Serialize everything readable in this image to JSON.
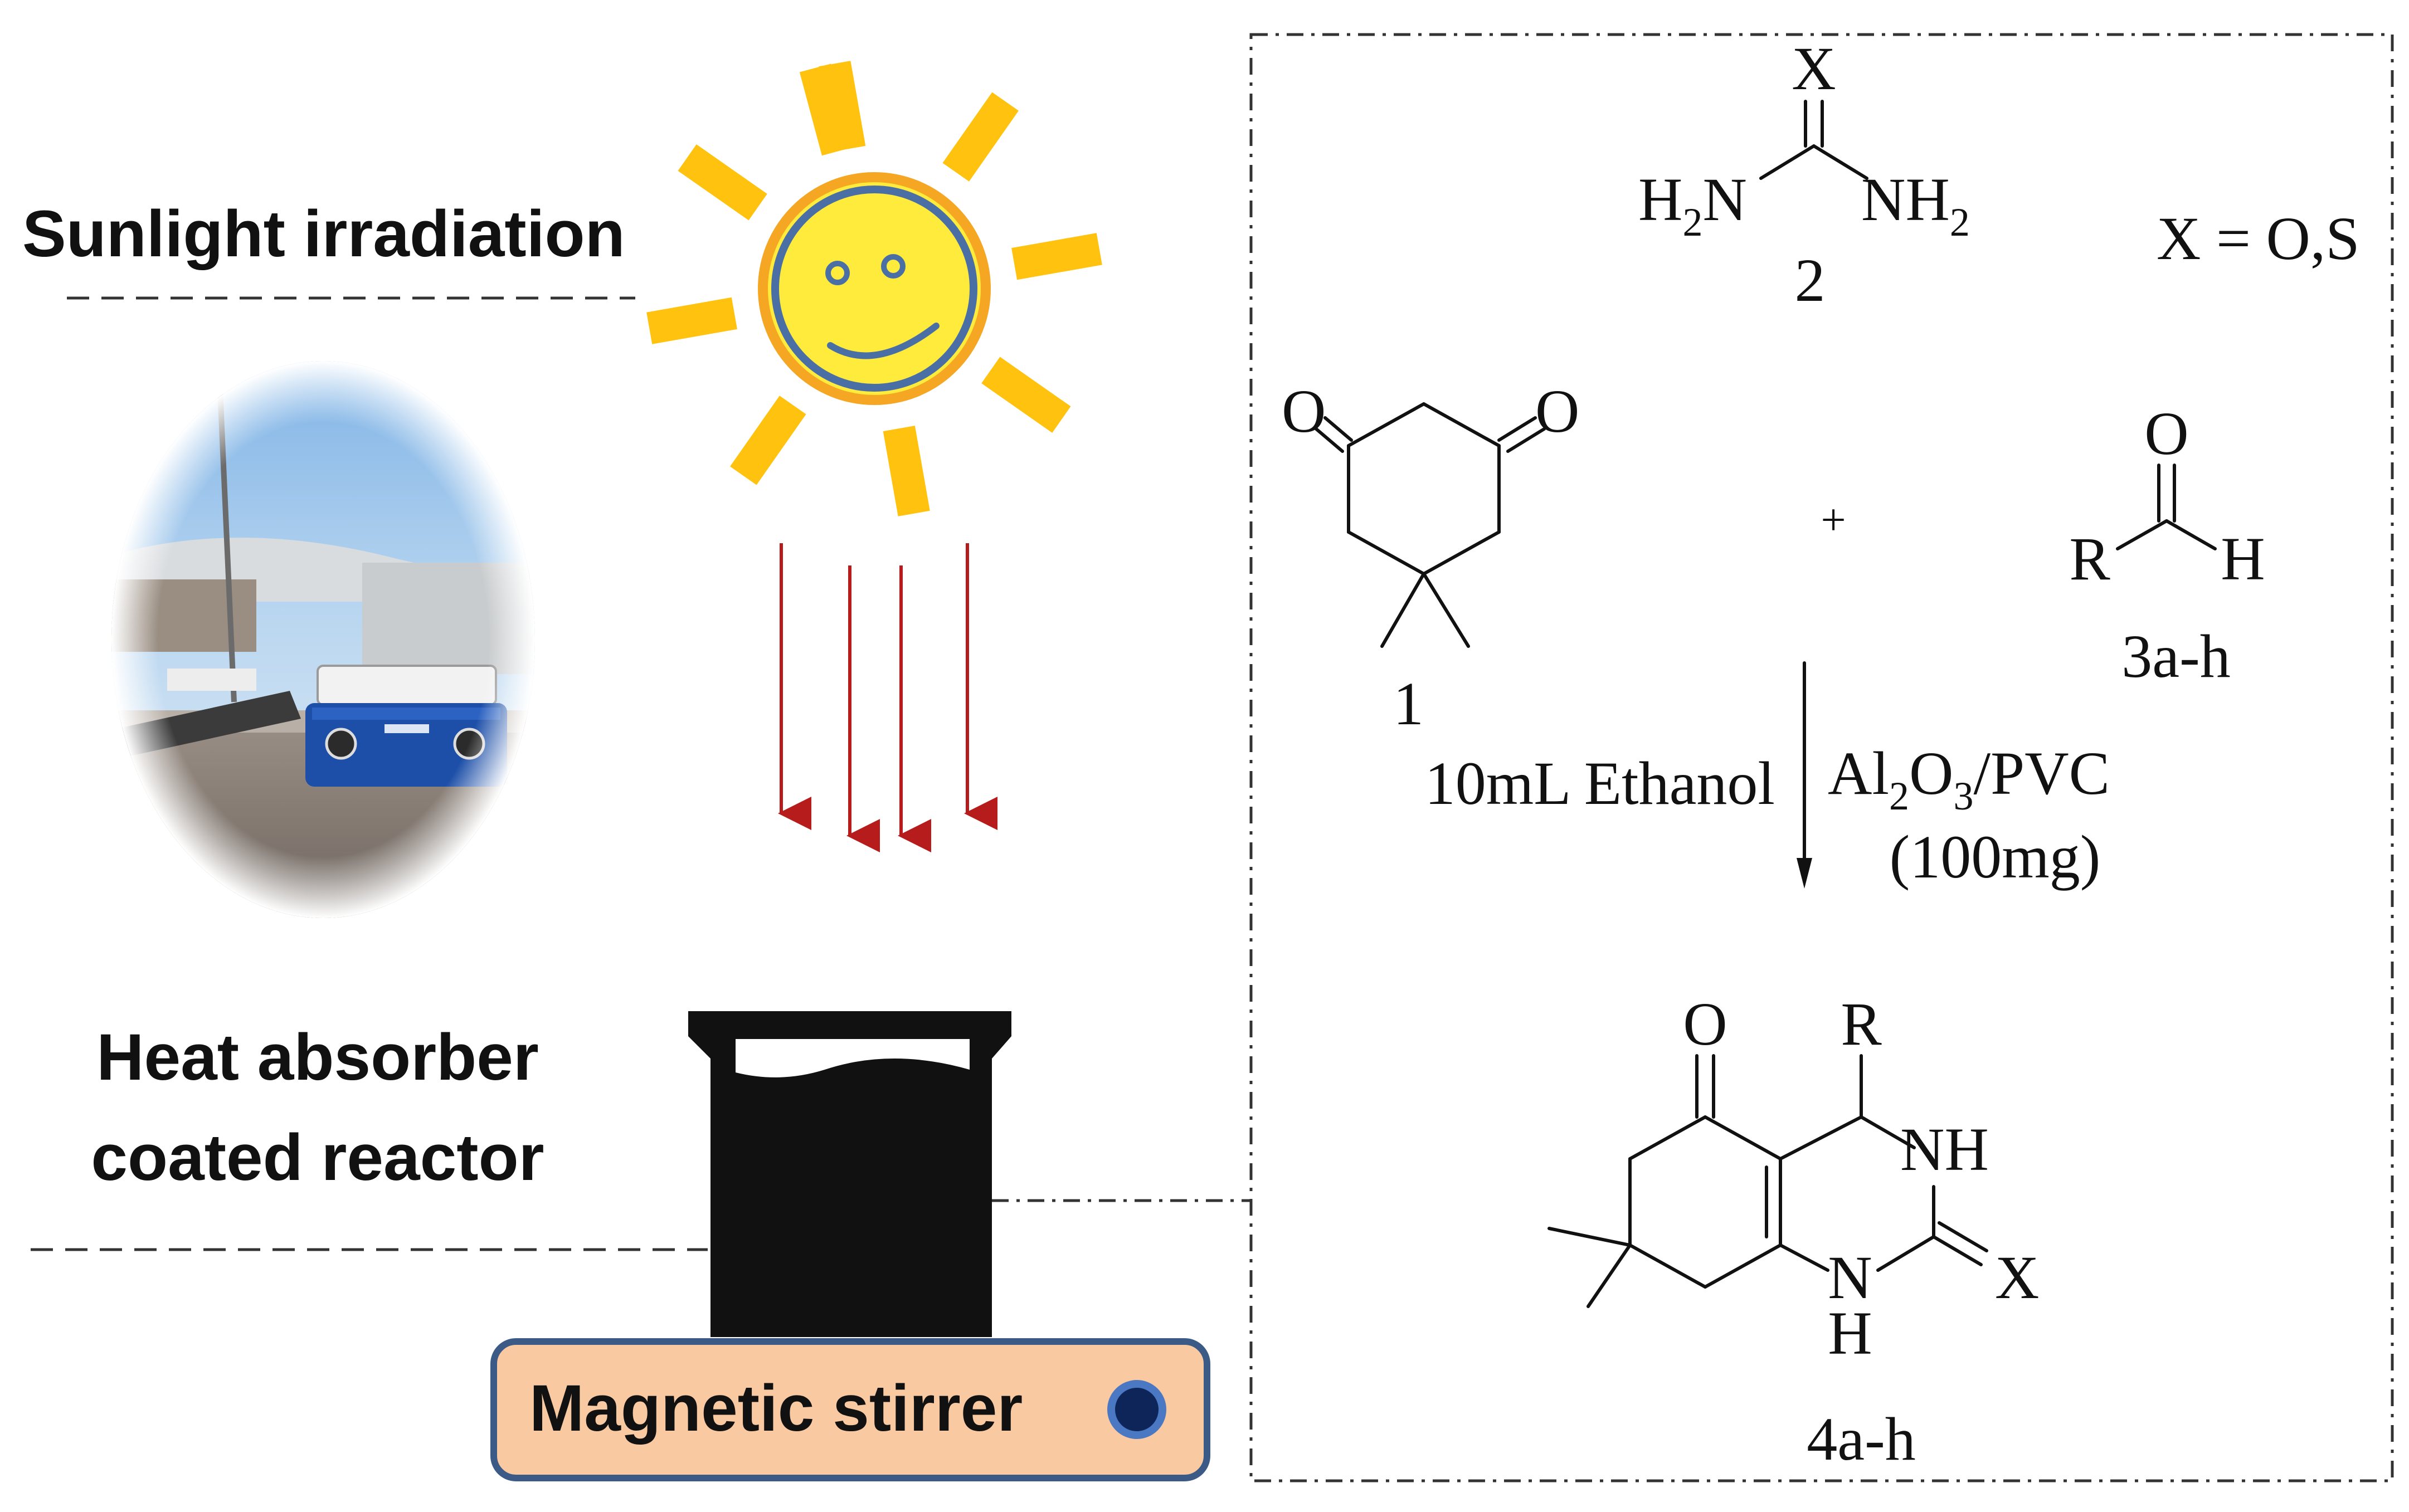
{
  "labels": {
    "sunlight": "Sunlight irradiation",
    "heat_line1": "Heat absorber",
    "heat_line2": "coated reactor",
    "stirrer": "Magnetic stirrer"
  },
  "scheme": {
    "urea_x": "X",
    "urea_h2n_left": "H",
    "urea_h2n_sub": "2",
    "urea_h2n_right": "N",
    "urea_nh2_left": "NH",
    "urea_nh2_sub": "2",
    "urea_number": "2",
    "x_definition": "X = O,S",
    "dimedone_o_left": "O",
    "dimedone_o_right": "O",
    "dimedone_number": "1",
    "plus": "+",
    "aldehyde_o": "O",
    "aldehyde_r": "R",
    "aldehyde_h": "H",
    "aldehyde_number": "3a-h",
    "solvent": "10mL Ethanol",
    "catalyst_a": "Al",
    "catalyst_sub1": "2",
    "catalyst_b": "O",
    "catalyst_sub2": "3",
    "catalyst_c": "/PVC",
    "catalyst_amount": "(100mg)",
    "product_o": "O",
    "product_r": "R",
    "product_nh": "NH",
    "product_n": "N",
    "product_h": "H",
    "product_x": "X",
    "product_number": "4a-h"
  },
  "colors": {
    "sun_ray": "#FFC20E",
    "sun_face": "#FFEB3B",
    "sun_outline": "#F5A623",
    "sun_features": "#4A6FA5",
    "arrow": "#B71C1C",
    "stirrer_fill": "#F9C9A2",
    "stirrer_stroke": "#3B5A86",
    "beaker": "#111111"
  },
  "icons": {
    "sun": "smiling-sun-icon",
    "beaker": "beaker-icon",
    "photo": "hotplate-stirrer-photo",
    "knob": "stirrer-knob-icon"
  }
}
